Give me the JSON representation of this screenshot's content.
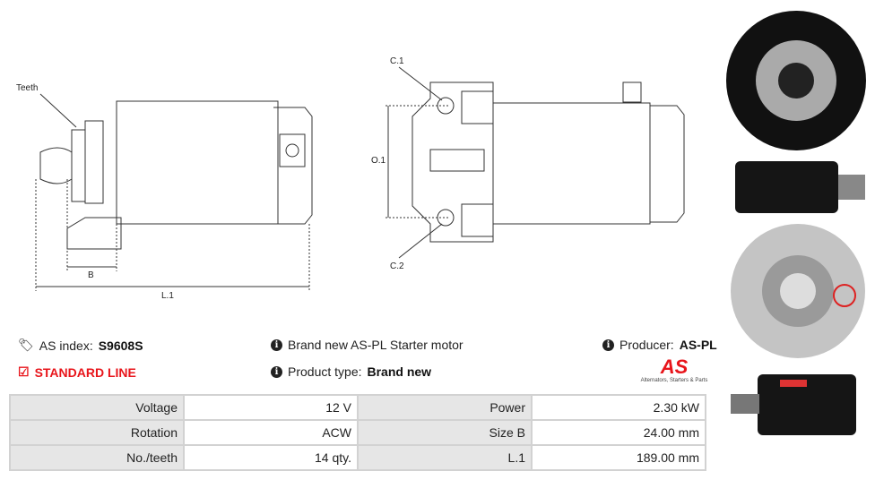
{
  "drawing": {
    "teeth_label": "Teeth",
    "b_label": "B",
    "l1_label": "L.1",
    "c1_label": "C.1",
    "c2_label": "C.2",
    "o1_label": "O.1"
  },
  "info": {
    "as_index_label": "AS index:",
    "as_index_value": "S9608S",
    "standard_line": "STANDARD LINE",
    "description": "Brand new AS-PL Starter motor",
    "product_type_label": "Product type:",
    "product_type_value": "Brand new",
    "producer_label": "Producer:",
    "producer_value": "AS-PL"
  },
  "logo": {
    "text": "AS",
    "tagline": "Alternators, Starters & Parts"
  },
  "specs": [
    {
      "label1": "Voltage",
      "value1": "12 V",
      "label2": "Power",
      "value2": "2.30 kW"
    },
    {
      "label1": "Rotation",
      "value1": "ACW",
      "label2": "Size B",
      "value2": "24.00 mm"
    },
    {
      "label1": "No./teeth",
      "value1": "14 qty.",
      "label2": "L.1",
      "value2": "189.00 mm"
    }
  ],
  "colors": {
    "accent": "#e8151b"
  }
}
